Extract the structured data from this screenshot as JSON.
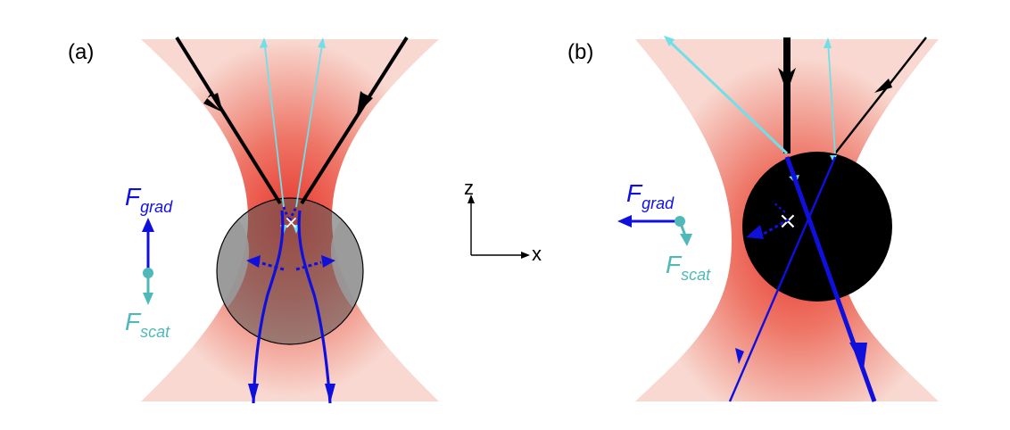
{
  "panels": [
    {
      "label": "(a)",
      "forces": {
        "gradient": {
          "symbol": "F",
          "subscript": "grad"
        },
        "scattering": {
          "symbol": "F",
          "subscript": "scat"
        }
      }
    },
    {
      "label": "(b)",
      "forces": {
        "gradient": {
          "symbol": "F",
          "subscript": "grad"
        },
        "scattering": {
          "symbol": "F",
          "subscript": "scat"
        }
      }
    }
  ],
  "axes": {
    "z_label": "z",
    "x_label": "x"
  },
  "colors": {
    "beam": "#e8382f",
    "beam_edge": "#f6cfc6",
    "incident_ray": "#000000",
    "refracted_ray": "#1010dd",
    "reflected_ray": "#6fe0ea",
    "scattering_force": "#50b8b8",
    "particle_a_fill": "#777777",
    "particle_b_fill": "#000000"
  }
}
